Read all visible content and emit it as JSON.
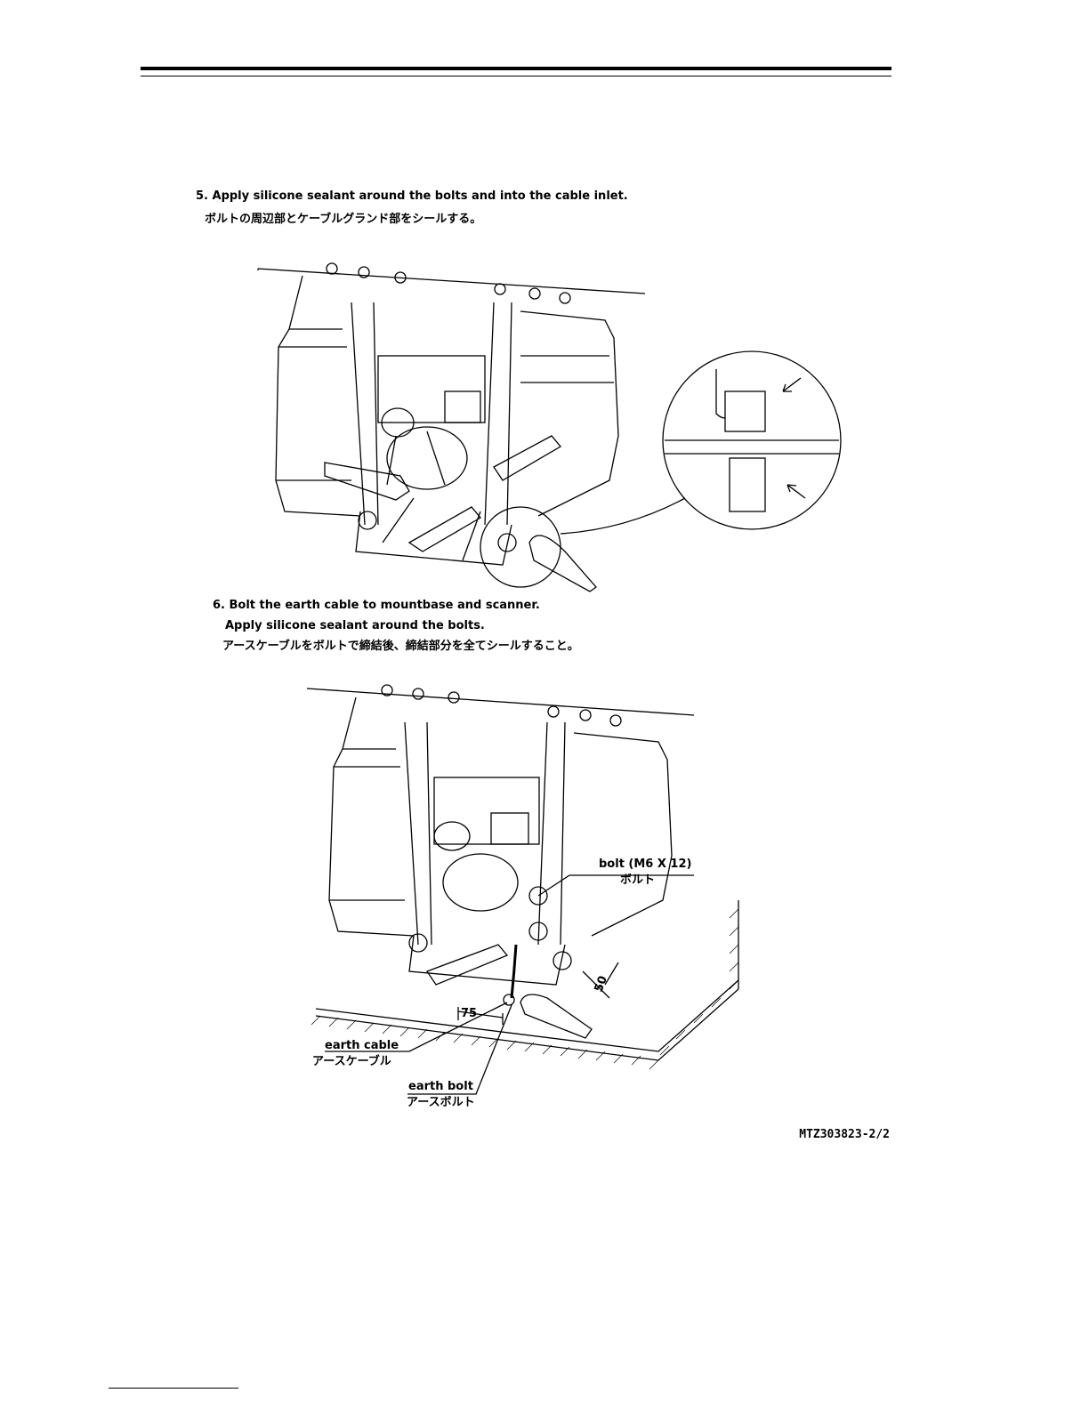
{
  "step5": {
    "en": "5. Apply silicone sealant around the bolts and into the cable inlet.",
    "ja": "ボルトの周辺部とケーブルグランド部をシールする。"
  },
  "step6": {
    "en1": "6. Bolt the earth cable to mountbase and scanner.",
    "en2": "Apply silicone sealant around the bolts.",
    "ja": "アースケーブルをボルトで締結後、締結部分を全てシールすること。"
  },
  "figure2": {
    "bolt_label_en": "bolt (M6 X 12)",
    "bolt_label_ja": "ボルト",
    "earth_cable_en": "earth cable",
    "earth_cable_ja": "アースケーブル",
    "earth_bolt_en": "earth bolt",
    "earth_bolt_ja": "アースボルト",
    "dim_75": "75",
    "dim_50": "50"
  },
  "doc_code": "MTZ303823-2/2"
}
